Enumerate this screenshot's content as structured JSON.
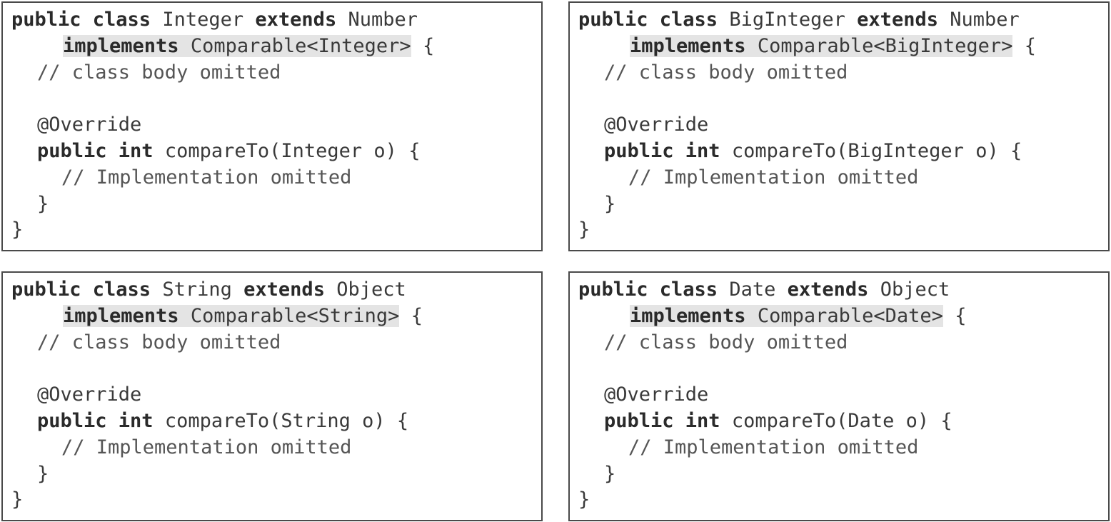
{
  "boxes": {
    "integer": {
      "line1": {
        "kw1": "public class",
        "name": "Integer",
        "kw2": "extends",
        "super": "Number"
      },
      "line2": {
        "kw": "implements",
        "iface": "Comparable<Integer>",
        "brace": "{"
      },
      "comment_body": "// class body omitted",
      "annotation": "@Override",
      "method": {
        "kw": "public int",
        "sig": "compareTo(Integer o) {"
      },
      "comment_impl": "// Implementation omitted",
      "close_method": "}",
      "close_class": "}"
    },
    "biginteger": {
      "line1": {
        "kw1": "public class",
        "name": "BigInteger",
        "kw2": "extends",
        "super": "Number"
      },
      "line2": {
        "kw": "implements",
        "iface": "Comparable<BigInteger>",
        "brace": "{"
      },
      "comment_body": "// class body omitted",
      "annotation": "@Override",
      "method": {
        "kw": "public int",
        "sig": "compareTo(BigInteger o) {"
      },
      "comment_impl": "// Implementation omitted",
      "close_method": "}",
      "close_class": "}"
    },
    "string": {
      "line1": {
        "kw1": "public class",
        "name": "String",
        "kw2": "extends",
        "super": "Object"
      },
      "line2": {
        "kw": "implements",
        "iface": "Comparable<String>",
        "brace": "{"
      },
      "comment_body": "// class body omitted",
      "annotation": "@Override",
      "method": {
        "kw": "public int",
        "sig": "compareTo(String o) {"
      },
      "comment_impl": "// Implementation omitted",
      "close_method": "}",
      "close_class": "}"
    },
    "date": {
      "line1": {
        "kw1": "public class",
        "name": "Date",
        "kw2": "extends",
        "super": "Object"
      },
      "line2": {
        "kw": "implements",
        "iface": "Comparable<Date>",
        "brace": "{"
      },
      "comment_body": "// class body omitted",
      "annotation": "@Override",
      "method": {
        "kw": "public int",
        "sig": "compareTo(Date o) {"
      },
      "comment_impl": "// Implementation omitted",
      "close_method": "}",
      "close_class": "}"
    }
  }
}
